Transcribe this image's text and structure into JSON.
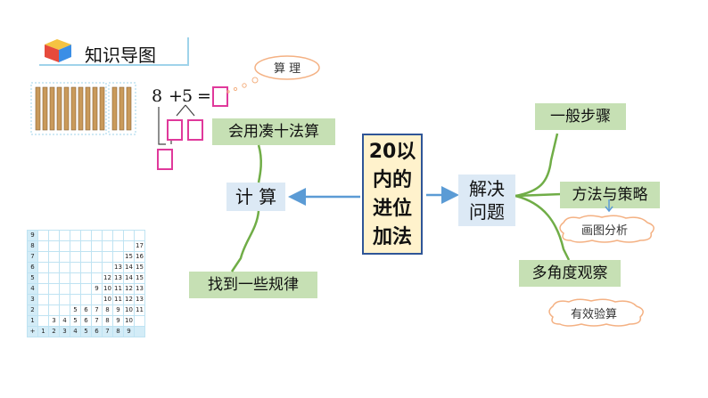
{
  "header": {
    "title": "知识导图",
    "icon": "cube-icon"
  },
  "equation": {
    "left": "8",
    "op": "+",
    "right": "5",
    "eq": "="
  },
  "cloud_top": {
    "label": "算 理"
  },
  "branch_left_top": {
    "label": "会用凑十法算"
  },
  "node_left": {
    "label": "计 算"
  },
  "branch_left_bottom": {
    "label": "找到一些规律"
  },
  "center": {
    "lines": [
      "20以",
      "内的",
      "进位",
      "加法"
    ]
  },
  "node_right": {
    "line1": "解决",
    "line2": "问题"
  },
  "branch_right_top": {
    "label": "一般步骤"
  },
  "branch_right_mid": {
    "label": "方法与策略"
  },
  "cloud_mid": {
    "label": "画图分析"
  },
  "branch_right_bottom": {
    "label": "多角度观察"
  },
  "cloud_bottom": {
    "label": "有效验算"
  },
  "colors": {
    "green_box": "#c6e0b4",
    "blue_box": "#dce9f5",
    "center_fill": "#fff2cc",
    "center_border": "#2f5597",
    "arrow": "#5b9bd5",
    "branch": "#70ad47",
    "cloud": "#f4b183",
    "square": "#e0399b"
  },
  "grid": {
    "rows": [
      [
        "9",
        "",
        "",
        "",
        "",
        "",
        "",
        "",
        "",
        "",
        ""
      ],
      [
        "8",
        "",
        "",
        "",
        "",
        "",
        "",
        "",
        "",
        "",
        "17"
      ],
      [
        "7",
        "",
        "",
        "",
        "",
        "",
        "",
        "",
        "",
        "15",
        "16"
      ],
      [
        "6",
        "",
        "",
        "",
        "",
        "",
        "",
        "",
        "13",
        "14",
        "15"
      ],
      [
        "5",
        "",
        "",
        "",
        "",
        "",
        "",
        "12",
        "13",
        "14",
        "15"
      ],
      [
        "4",
        "",
        "",
        "",
        "",
        "",
        "9",
        "10",
        "11",
        "12",
        "13"
      ],
      [
        "3",
        "",
        "",
        "",
        "",
        "",
        "",
        "10",
        "11",
        "12",
        "13"
      ],
      [
        "2",
        "",
        "",
        "",
        "5",
        "6",
        "7",
        "8",
        "9",
        "10",
        "11"
      ],
      [
        "1",
        "",
        "3",
        "4",
        "5",
        "6",
        "7",
        "8",
        "9",
        "10",
        ""
      ],
      [
        "+",
        "1",
        "2",
        "3",
        "4",
        "5",
        "6",
        "7",
        "8",
        "9",
        ""
      ]
    ]
  }
}
